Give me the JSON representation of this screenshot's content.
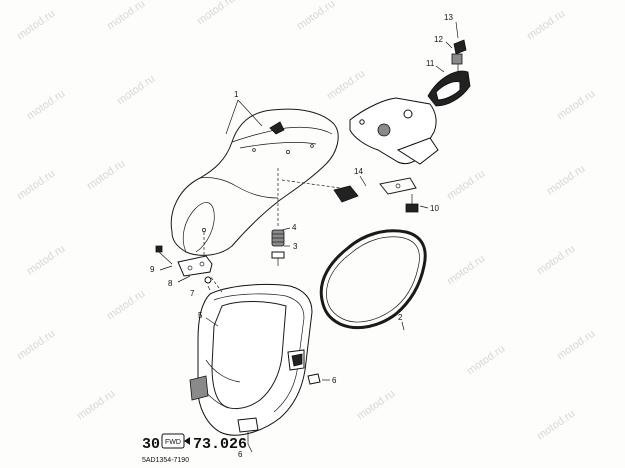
{
  "watermark": "motod.ru",
  "callouts": {
    "p1": "1",
    "p2": "2",
    "p3": "3",
    "p4": "4",
    "p5": "5",
    "p6a": "6",
    "p6b": "6",
    "p7": "7",
    "p8": "8",
    "p9": "9",
    "p10": "10",
    "p11": "11",
    "p12": "12",
    "p13": "13",
    "p14": "14"
  },
  "footer": {
    "code_prefix": "30",
    "badge": "FWD",
    "code_suffix": "73.026",
    "model_code": "5AD1354-7190"
  }
}
